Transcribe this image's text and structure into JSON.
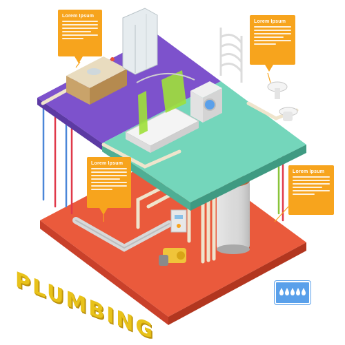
{
  "title": "PLUMBING",
  "callouts": [
    {
      "id": "top-left",
      "heading": "Lorem Ipsum"
    },
    {
      "id": "top-right",
      "heading": "Lorem Ipsum"
    },
    {
      "id": "middle-left",
      "heading": "Lorem Ipsum"
    },
    {
      "id": "middle-right",
      "heading": "Lorem Ipsum"
    }
  ],
  "colors": {
    "accent_orange": "#f7a41d",
    "upper_floor_purple": "#7b4fc9",
    "upper_floor_teal": "#6fd4b8",
    "basement_red": "#e8503a",
    "title_yellow": "#e8c21a",
    "badge_blue": "#5aa0ea",
    "pipe_cream": "#efe4cc"
  },
  "icons": [
    "water-drops-icon"
  ]
}
